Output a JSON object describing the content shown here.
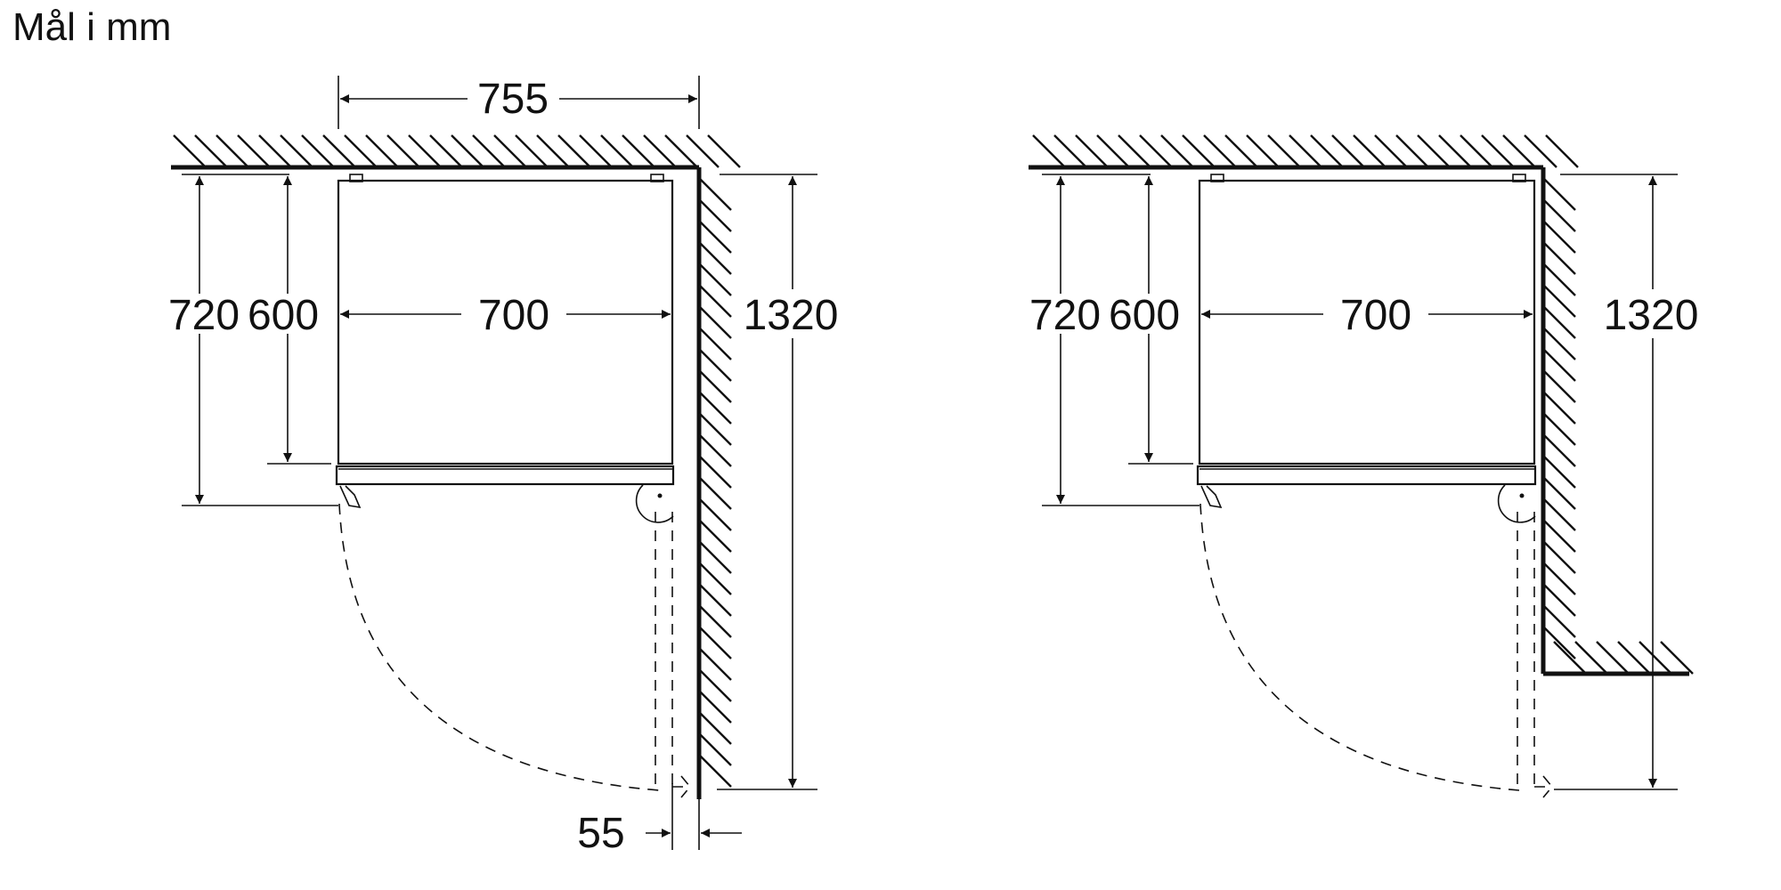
{
  "title": "Mål i mm",
  "diagrams": [
    {
      "total_width": "755",
      "depth_with_door": "720",
      "depth_body": "600",
      "body_width": "700",
      "total_depth_open": "1320",
      "side_clearance": "55"
    },
    {
      "depth_with_door": "720",
      "depth_body": "600",
      "body_width": "700",
      "total_depth_open": "1320"
    }
  ]
}
